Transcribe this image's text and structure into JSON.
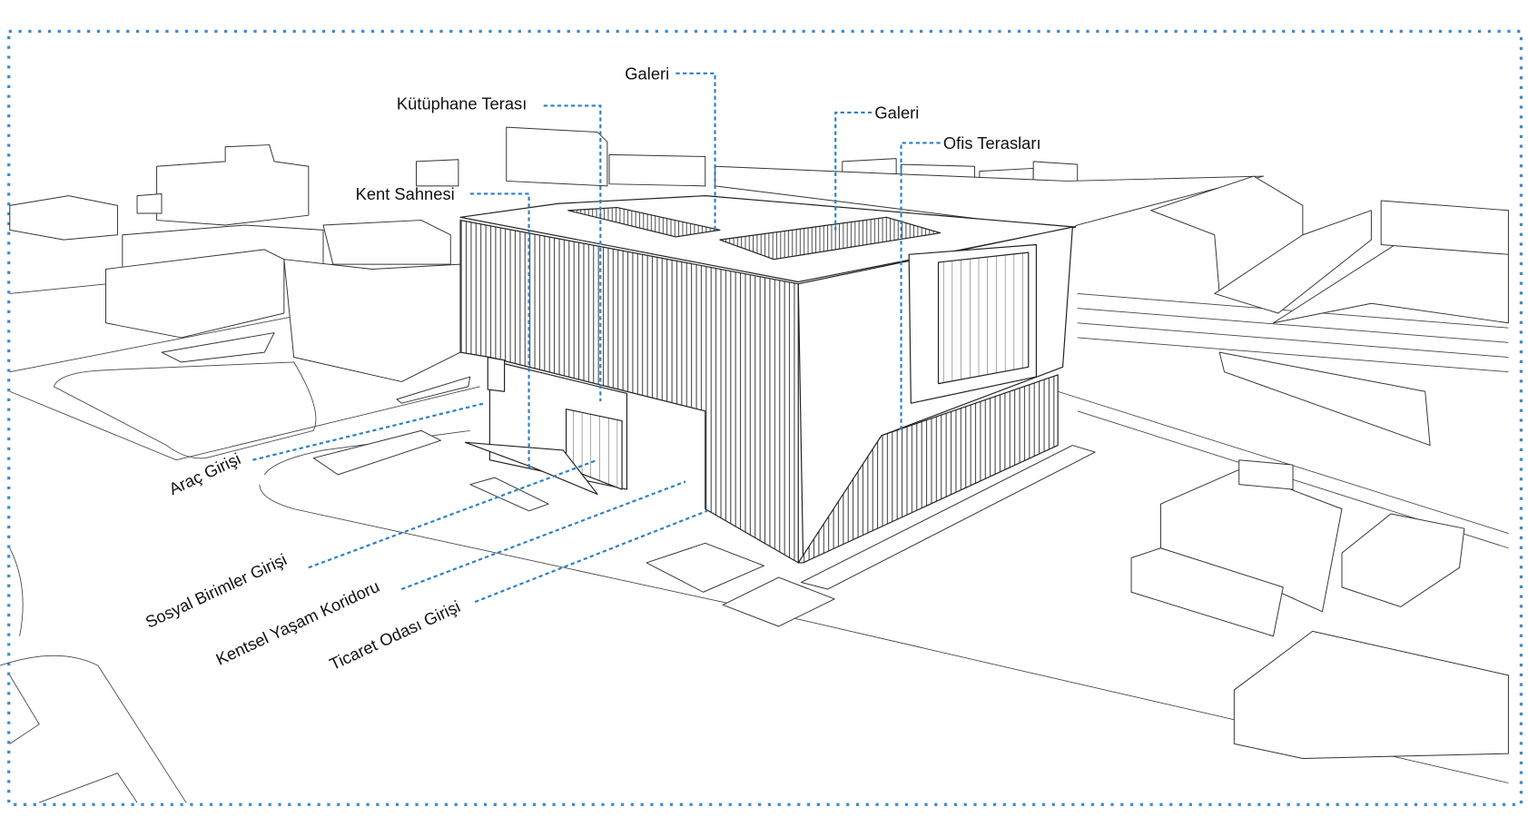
{
  "diagram": {
    "labels": {
      "galeri_1": "Galeri",
      "kutuphane_terasi": "Kütüphane Terası",
      "galeri_2": "Galeri",
      "ofis_teraslari": "Ofis Terasları",
      "kent_sahnesi": "Kent Sahnesi",
      "arac_girisi": "Araç Girişi",
      "sosyal_birimler_girisi": "Sosyal Birimler Girişi",
      "kentsel_yasam_koridoru": "Kentsel Yaşam Koridoru",
      "ticaret_odasi_girisi": "Ticaret Odası Girişi"
    },
    "colors": {
      "leader": "#2d7fc4",
      "frame": "#3b8ad0",
      "linework": "#222222"
    }
  }
}
